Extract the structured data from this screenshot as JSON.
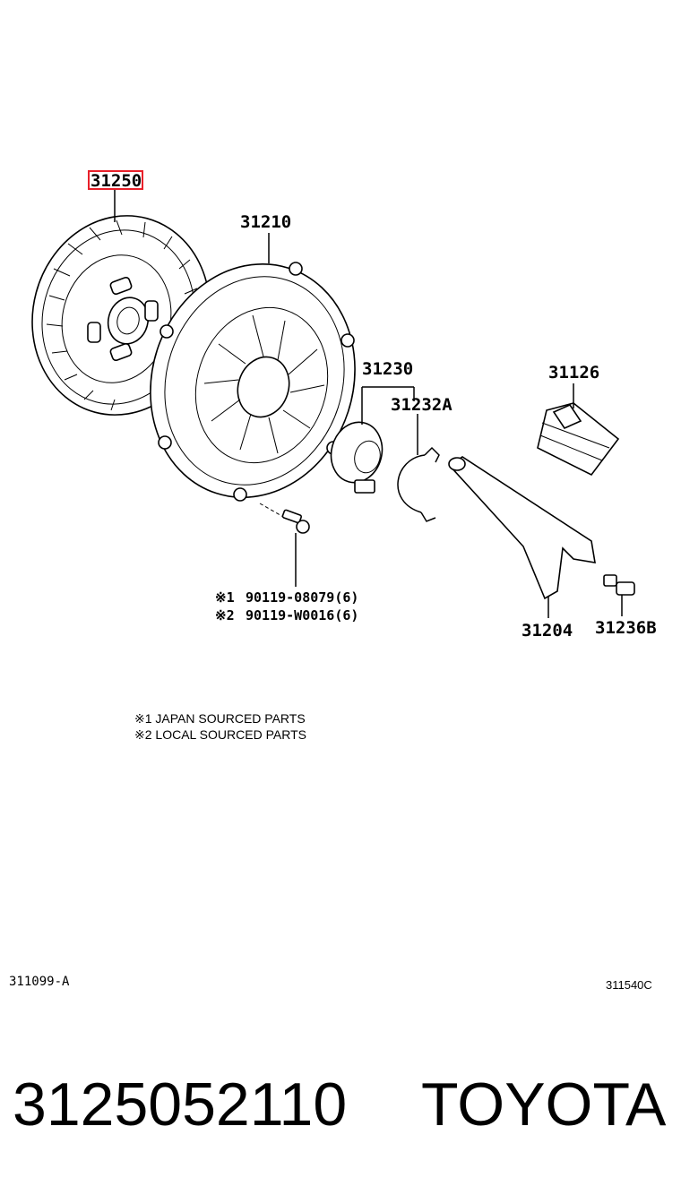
{
  "callouts": {
    "clutch_disc": "31250",
    "pressure_plate": "31210",
    "release_bearing": "31230",
    "clip": "31232A",
    "boot": "31126",
    "release_fork": "31204",
    "fork_support": "31236B"
  },
  "bolts": [
    {
      "mark": "※1",
      "part": "90119-08079(6)"
    },
    {
      "mark": "※2",
      "part": "90119-W0016(6)"
    }
  ],
  "legend": [
    "※1 JAPAN SOURCED PARTS",
    "※2 LOCAL SOURCED PARTS"
  ],
  "figure_codes": {
    "left": "311099-A",
    "right": "311540C"
  },
  "footer": {
    "part_number": "3125052110",
    "brand": "TOYOTA"
  },
  "highlight_color": "#e8202a"
}
